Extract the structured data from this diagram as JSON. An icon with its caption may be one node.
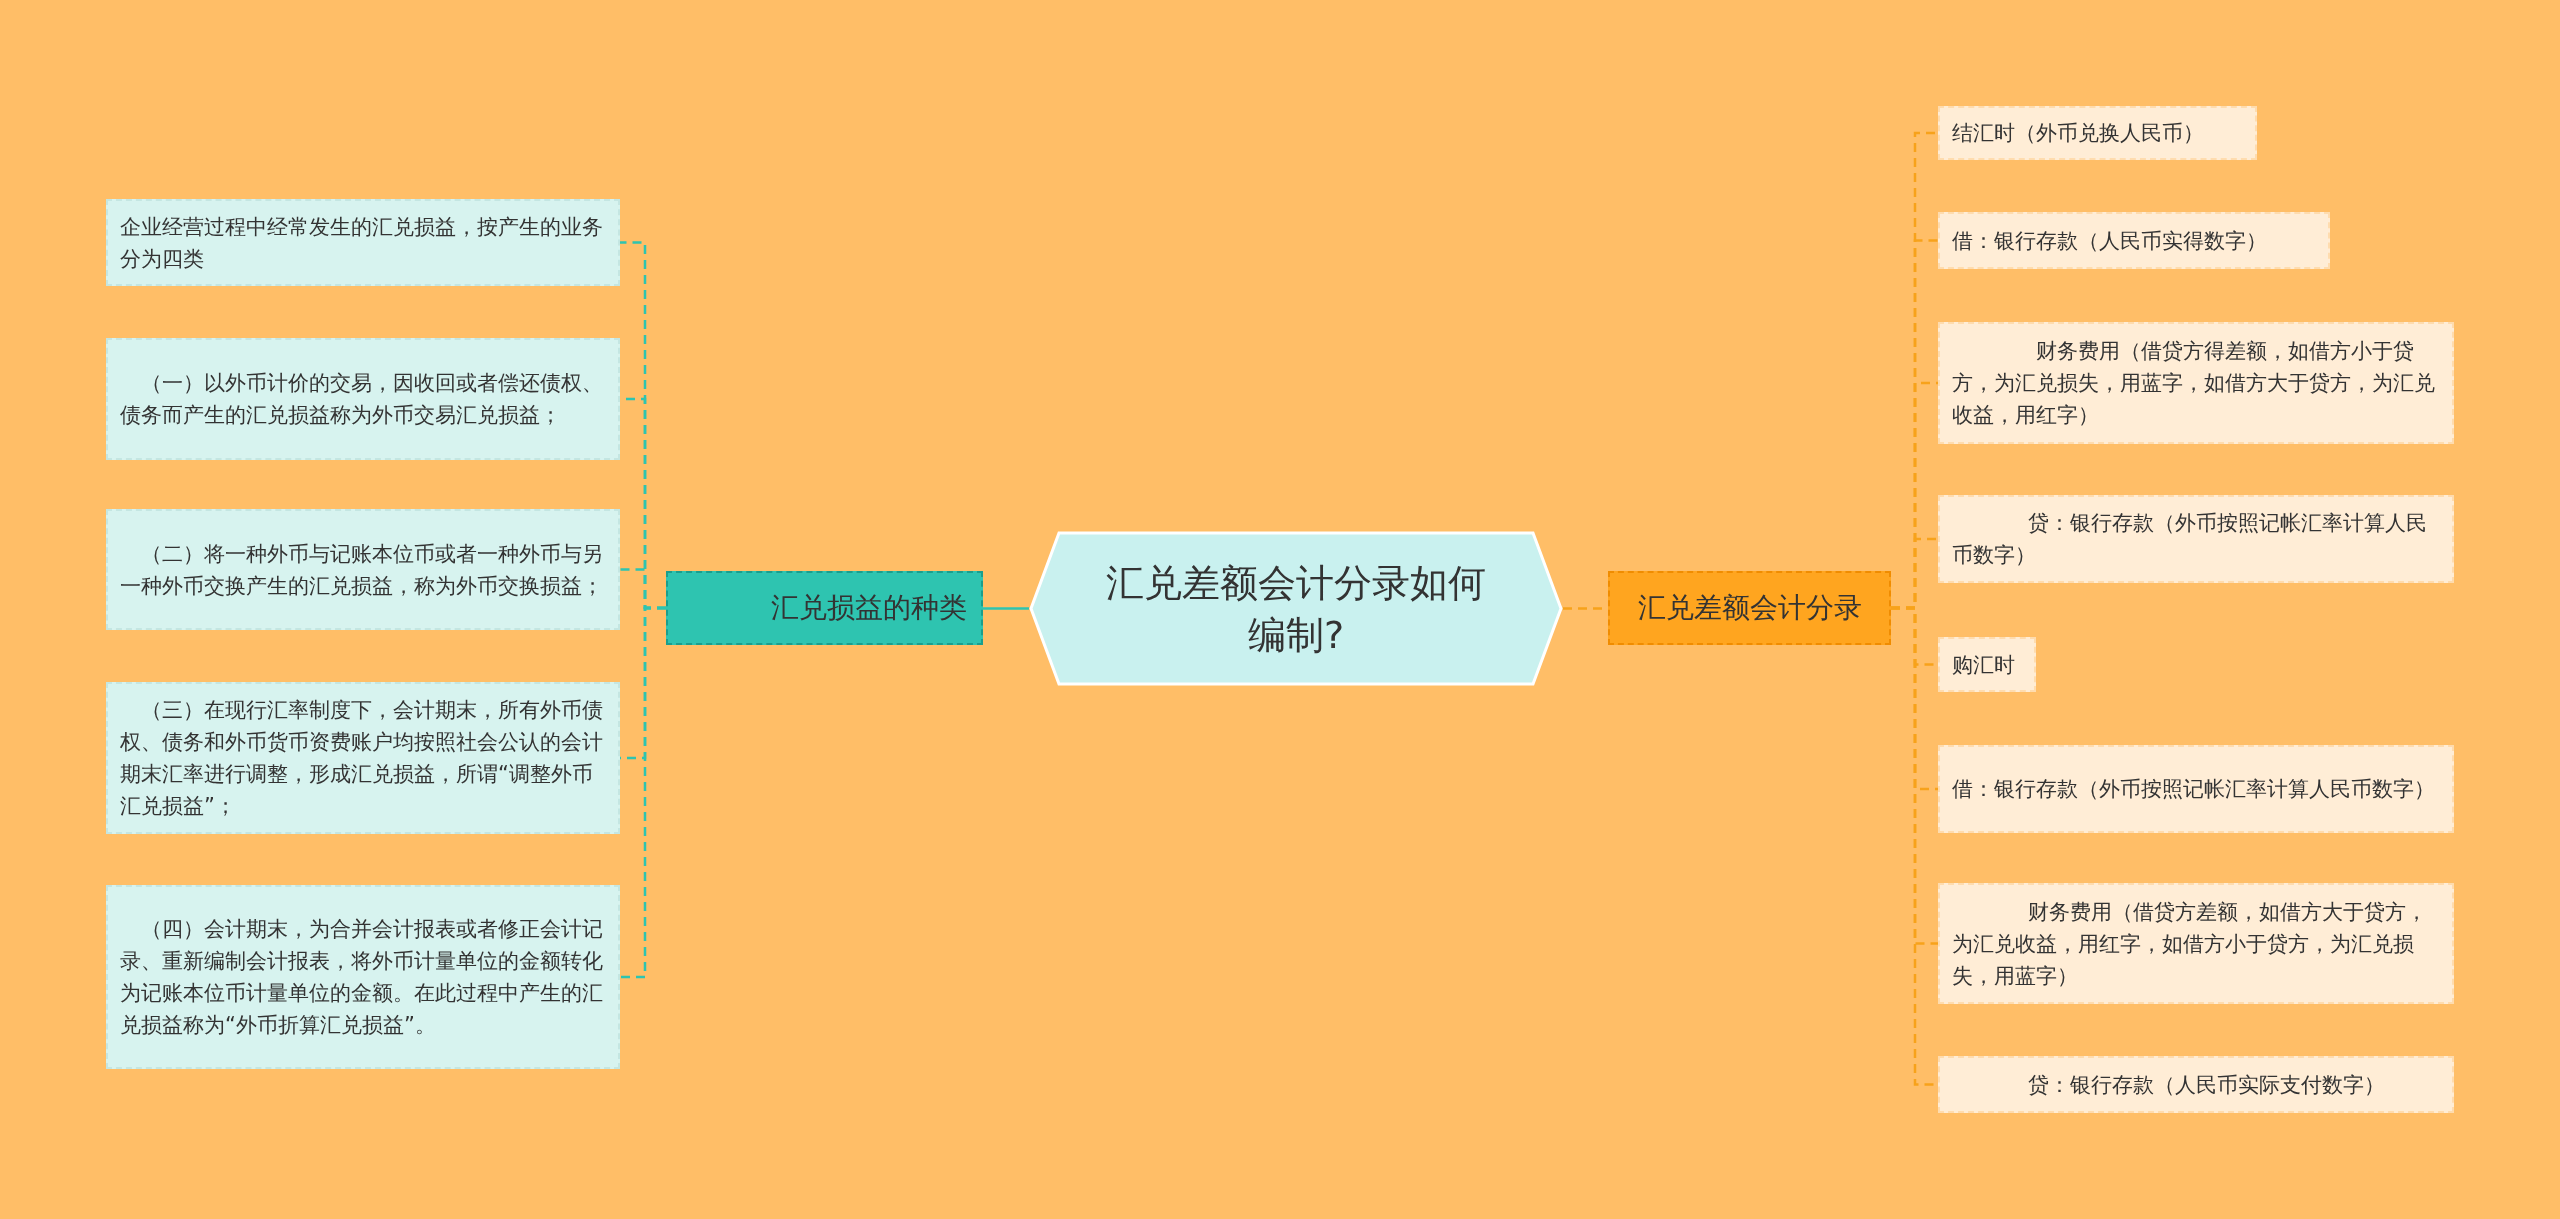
{
  "diagram": {
    "nodes": [
      {
        "text": [
          "汇兑差额会计分录如何编制?"
        ]
      },
      {
        "text": [
          "汇兑损益的种类"
        ]
      },
      {
        "text": [
          "企业经营过程中经常发生的汇兑损益，按产生的业务分为四类"
        ]
      },
      {
        "text": [
          "（一）以外币计价的交易，因收回或者偿还债权、债务而产生的汇兑损益称为外币交易汇兑损益；"
        ]
      },
      {
        "text": [
          "（二）将一种外币与记账本位币或者一种外币与另一种外币交换产生的汇兑损益，称为外币交换损益；"
        ]
      },
      {
        "text": [
          "（三）在现行汇率制度下，会计期末，所有外币债权、债务和外币货币资费账户均按照社会公认的会计期末汇率进行调整，形成汇兑损益，所谓“调整外币汇兑损益”；"
        ]
      },
      {
        "text": [
          "（四）会计期末，为合并会计报表或者修正会计记录、重新编制会计报表，将外币计量单位的金额转化为记账本位币计量单位的金额。在此过程中产生的汇兑损益称为“外币折算汇兑损益”。"
        ]
      },
      {
        "text": [
          "汇兑差额会计分录"
        ]
      },
      {
        "text": [
          "结汇时（外币兑换人民币）"
        ]
      },
      {
        "text": [
          "借：银行存款（人民币实得数字）"
        ]
      },
      {
        "text": [
          "财务费用（借贷方得差额，如借方小于贷方，为汇兑损失，用蓝字，如借方大于贷方，为汇兑收益，用红字）"
        ]
      },
      {
        "text": [
          "贷：银行存款（外币按照记帐汇率计算人民币数字）"
        ]
      },
      {
        "text": [
          "购汇时"
        ]
      },
      {
        "text": [
          "借：银行存款（外币按照记帐汇率计算人民币数字）"
        ]
      },
      {
        "text": [
          "财务费用（借贷方差额，如借方大于贷方，为汇兑收益，用红字，如借方小于贷方，为汇兑损失，用蓝字）"
        ]
      },
      {
        "text": [
          "贷：银行存款（人民币实际支付数字）"
        ]
      }
    ],
    "edges": [
      {
        "from": 0,
        "to": 1,
        "arrow": "none",
        "color": "#2ec4b0"
      },
      {
        "from": 1,
        "to": 2,
        "arrow": "none",
        "style": "dashed",
        "color": "#2ec4b0"
      },
      {
        "from": 1,
        "to": 3,
        "arrow": "none",
        "style": "dashed",
        "color": "#2ec4b0"
      },
      {
        "from": 1,
        "to": 4,
        "arrow": "none",
        "style": "dashed",
        "color": "#2ec4b0"
      },
      {
        "from": 1,
        "to": 5,
        "arrow": "none",
        "style": "dashed",
        "color": "#2ec4b0"
      },
      {
        "from": 1,
        "to": 6,
        "arrow": "none",
        "style": "dashed",
        "color": "#2ec4b0"
      },
      {
        "from": 0,
        "to": 7,
        "arrow": "none",
        "style": "dashed"
      },
      {
        "from": 7,
        "to": 8,
        "arrow": "none",
        "style": "dashed"
      },
      {
        "from": 7,
        "to": 9,
        "arrow": "none",
        "style": "dashed"
      },
      {
        "from": 7,
        "to": 10,
        "arrow": "none",
        "style": "dashed"
      },
      {
        "from": 7,
        "to": 11,
        "arrow": "none",
        "style": "dashed"
      },
      {
        "from": 7,
        "to": 12,
        "arrow": "none",
        "style": "dashed"
      },
      {
        "from": 7,
        "to": 13,
        "arrow": "none",
        "style": "dashed"
      },
      {
        "from": 7,
        "to": 14,
        "arrow": "none",
        "style": "dashed"
      },
      {
        "from": 7,
        "to": 15,
        "arrow": "none",
        "style": "dashed"
      }
    ]
  }
}
